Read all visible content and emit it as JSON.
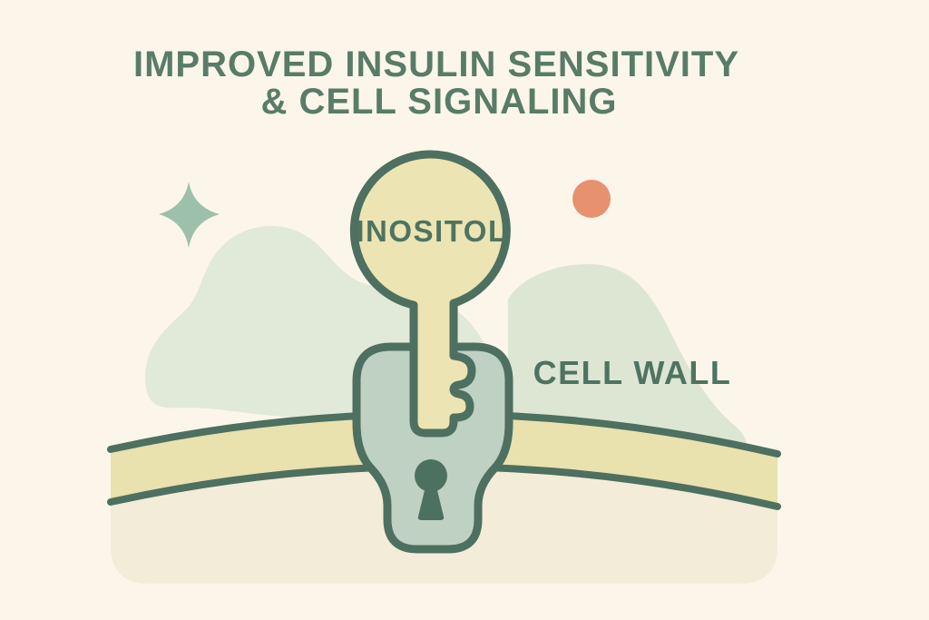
{
  "title": {
    "line1": "IMPROVED INSULIN SENSITIVITY",
    "line2": "& CELL SIGNALING"
  },
  "labels": {
    "key": "INOSITOL",
    "membrane": "CELL WALL"
  },
  "icons": {
    "sparkle": "sparkle-icon",
    "accent_dot": "accent-dot-icon",
    "keyhole": "keyhole-icon"
  },
  "colors": {
    "background": "#fbf6e9",
    "title_text": "#587c68",
    "label_text": "#4f7361",
    "outline_green": "#4d7060",
    "key_fill": "#ece4b3",
    "band_fill": "#e9e1ae",
    "receptor_fill": "#bed1c2",
    "keyhole": "#4d7160",
    "cell_interior": "#f2ecd8",
    "blob_left": "#e1e9d8",
    "blob_right": "#dce6d3",
    "sparkle": "#9dc0aa",
    "accent_dot": "#e8916e"
  }
}
